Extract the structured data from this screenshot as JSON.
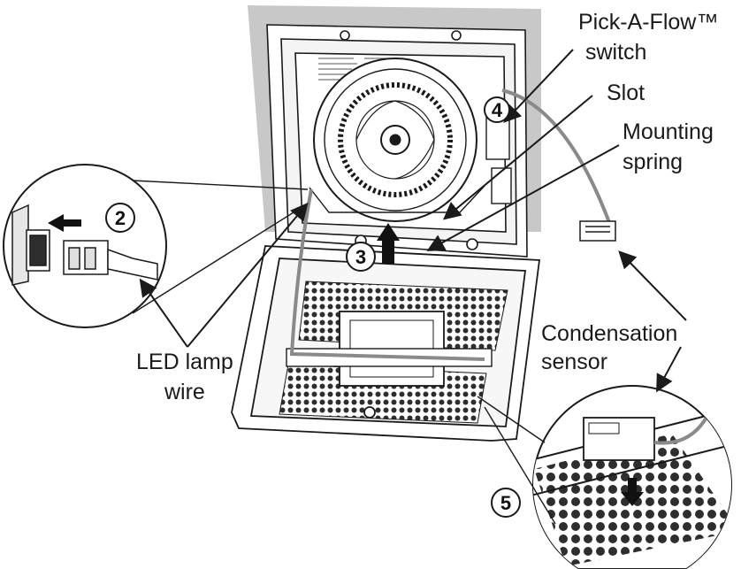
{
  "labels": {
    "pick_a_flow_line1": "Pick-A-Flow™",
    "pick_a_flow_line2": "switch",
    "slot": "Slot",
    "mounting_spring_line1": "Mounting",
    "mounting_spring_line2": "spring",
    "condensation_line1": "Condensation",
    "condensation_line2": "sensor",
    "led_line1": "LED lamp",
    "led_line2": "wire"
  },
  "steps": [
    "2",
    "3",
    "4",
    "5"
  ],
  "colors": {
    "line": "#1a1a1a",
    "housing_gray": "#c8c8c8",
    "wire_gray": "#8a8a8a",
    "grille_dark": "#333333"
  }
}
